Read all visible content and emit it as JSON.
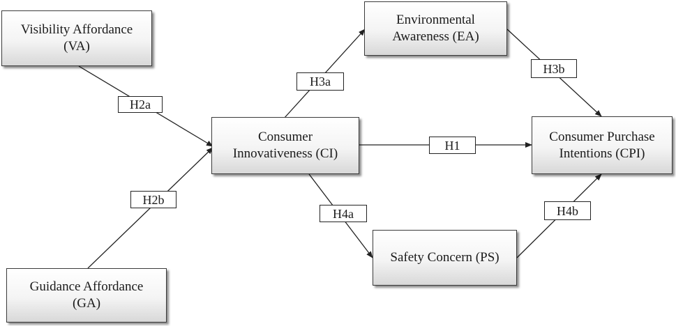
{
  "nodes": {
    "va": "Visibility Affordance\n(VA)",
    "ga": "Guidance Affordance\n(GA)",
    "ci": "Consumer\nInnovativeness (CI)",
    "ea": "Environmental\nAwareness (EA)",
    "ps": "Safety Concern (PS)",
    "cpi": "Consumer Purchase\nIntentions (CPI)"
  },
  "hypotheses": {
    "h1": "H1",
    "h2a": "H2a",
    "h2b": "H2b",
    "h3a": "H3a",
    "h3b": "H3b",
    "h4a": "H4a",
    "h4b": "H4b"
  }
}
